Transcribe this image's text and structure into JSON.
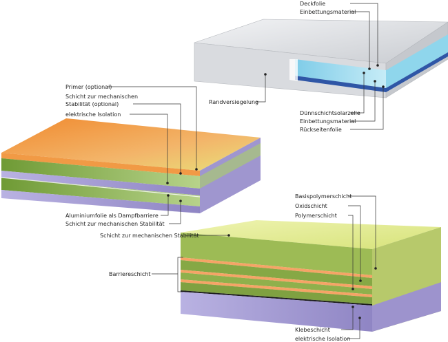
{
  "labels": {
    "top_right": {
      "deckfolie": "Deckfolie",
      "einbettung_top": "Einbettungsmaterial",
      "randversiegelung": "Randversiegelung",
      "duennschicht": "Dünnschichtsolarzelle",
      "einbettung_bottom": "Einbettungsmaterial",
      "rueckseitenfolie": "Rückseitenfolie"
    },
    "left": {
      "primer": "Primer (optional)",
      "stab_optional_1": "Schicht zur mechanischen",
      "stab_optional_2": "Stabilität (optional)",
      "isolation": "elektrische Isolation",
      "aluminium": "Aluminiumfolie als Dampfbarriere",
      "stabilitaet": "Schicht zur mechanischen Stabilität"
    },
    "bottom_right": {
      "stabilitaet": "Schicht zur mechanischen Stabilität",
      "basispolymer": "Basispolymerschicht",
      "oxid": "Oxidschicht",
      "polymer": "Polymerschicht",
      "barriere": "Barriereschicht",
      "klebe": "Klebeschicht",
      "isolation": "elektrische Isolation"
    }
  },
  "colors": {
    "panel_silver": "#e3e5e8",
    "cell_blue": "#8fd6ec",
    "backsheet_blue": "#2f56a6",
    "orange_primer": "#f29a3f",
    "green_layer": "#7aa33d",
    "lavender_layer": "#a49ad2",
    "yellow_green_top": "#e6ef8c",
    "orange_barrier": "#f5a466",
    "line": "#333333"
  }
}
